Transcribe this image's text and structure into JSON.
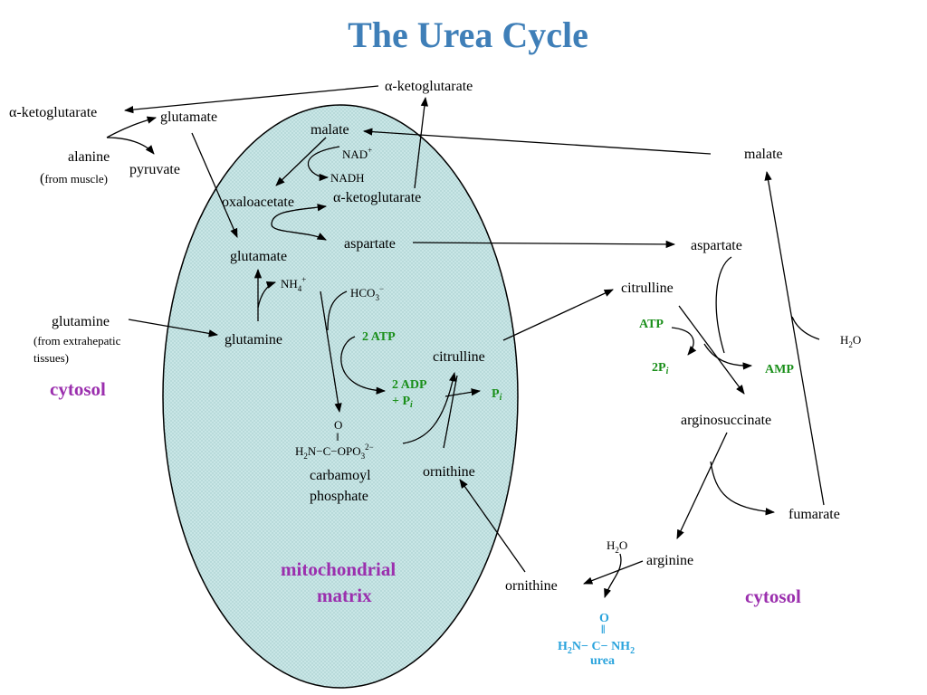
{
  "title": "The Urea Cycle",
  "colors": {
    "title": "#3f7fb8",
    "matrix_fill": "#c9e6e6",
    "enzyme_green": "#1a8f1a",
    "compartment_purple": "#9b2fae",
    "urea_blue": "#29a3dc"
  },
  "compartments": {
    "cytosol_left": "cytosol",
    "cytosol_right": "cytosol",
    "matrix_line1": "mitochondrial",
    "matrix_line2": "matrix"
  },
  "left": {
    "akg": "-ketoglutarate",
    "glutamate": "glutamate",
    "alanine": "alanine",
    "pyruvate": "pyruvate",
    "from_muscle_paren": "(",
    "from_muscle": "from muscle)",
    "glutamine": "glutamine",
    "glutamine_src1": "(from extrahepatic",
    "glutamine_src2": "tissues)"
  },
  "top": {
    "akg": "-ketoglutarate"
  },
  "matrix": {
    "malate": "malate",
    "nad": "NAD",
    "nad_sup": "+",
    "nadh": "NADH",
    "oxaloacetate": "oxaloacetate",
    "akg": "-ketoglutarate",
    "aspartate": "aspartate",
    "glutamate": "glutamate",
    "nh4": "NH",
    "nh4_sub": "4",
    "nh4_sup": "+",
    "hco3": "HCO",
    "hco3_sub": "3",
    "hco3_sup": "−",
    "glutamine": "glutamine",
    "atp2": "2 ATP",
    "adp2": "2 ADP",
    "pi_plus": "+ P",
    "pi_sub": "i",
    "pi_out": "P",
    "pi_out_sub": "i",
    "citrulline": "citrulline",
    "ornithine": "ornithine",
    "cp_o": "O",
    "cp_eq": "‖",
    "cp_h2n": "H",
    "cp_h2n_sub": "2",
    "cp_n": "N−C−OPO",
    "cp_o3_sub": "3",
    "cp_charge": "2−",
    "cp_name1": "carbamoyl",
    "cp_name2": "phosphate"
  },
  "right": {
    "malate": "malate",
    "aspartate": "aspartate",
    "citrulline": "citrulline",
    "atp": "ATP",
    "amp": "AMP",
    "twopi": "2P",
    "twopi_sub": "i",
    "h2o_top": "H",
    "h2o_top_sub": "2",
    "h2o_top_o": "O",
    "arginosuccinate": "arginosuccinate",
    "fumarate": "fumarate",
    "h2o_bot": "H",
    "h2o_bot_sub": "2",
    "h2o_bot_o": "O",
    "arginine": "arginine",
    "ornithine": "ornithine"
  },
  "urea": {
    "o": "O",
    "eq": "‖",
    "h2n": "H",
    "h2n_sub": "2",
    "mid": "N− C− NH",
    "nh2_sub": "2",
    "name": "urea"
  },
  "greek": {
    "alpha": "α"
  }
}
